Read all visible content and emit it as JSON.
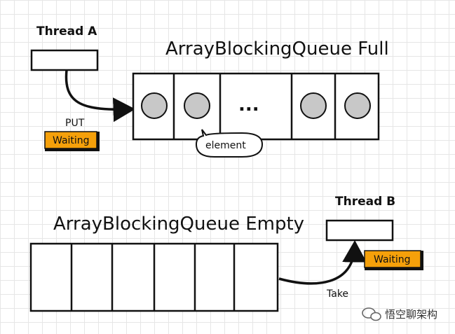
{
  "thread_a": {
    "label": "Thread A"
  },
  "thread_b": {
    "label": "Thread B"
  },
  "full_queue": {
    "title": "ArrayBlockingQueue Full",
    "ellipsis": "..."
  },
  "empty_queue": {
    "title": "ArrayBlockingQueue Empty"
  },
  "put": {
    "label": "PUT",
    "status": "Waiting"
  },
  "take": {
    "label": "Take",
    "status": "Waiting"
  },
  "callout": {
    "label": "element"
  },
  "watermark": {
    "text": "悟空聊架构"
  },
  "colors": {
    "waiting_badge": "#f5a00a",
    "element_circle": "#c8c8c8",
    "stroke": "#111111"
  }
}
